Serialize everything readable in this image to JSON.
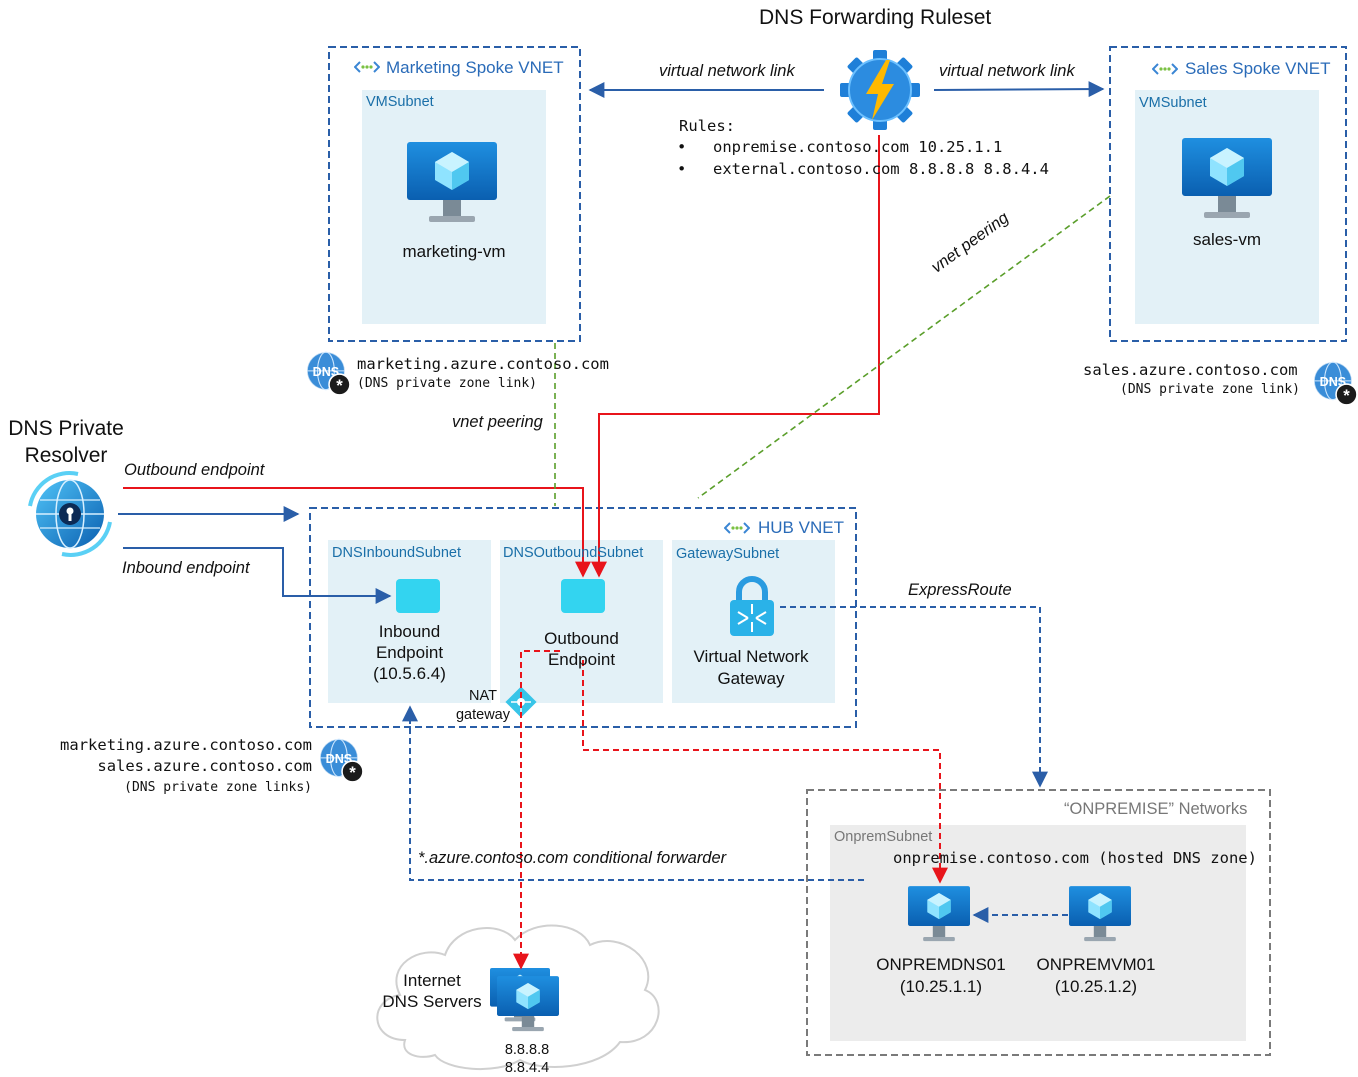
{
  "title": "DNS Forwarding Ruleset",
  "ruleset": {
    "rules_heading": "Rules:",
    "rules": [
      "onpremise.contoso.com 10.25.1.1",
      "external.contoso.com 8.8.8.8 8.8.4.4"
    ],
    "link_left": "virtual network link",
    "link_right": "virtual network link"
  },
  "marketing_vnet": {
    "title": "Marketing Spoke VNET",
    "subnet": "VMSubnet",
    "vm_name": "marketing-vm",
    "zone": "marketing.azure.contoso.com",
    "zone_note": "(DNS private zone link)"
  },
  "sales_vnet": {
    "title": "Sales Spoke VNET",
    "subnet": "VMSubnet",
    "vm_name": "sales-vm",
    "zone": "sales.azure.contoso.com",
    "zone_note": "(DNS private zone link)"
  },
  "resolver": {
    "title_line1": "DNS Private",
    "title_line2": "Resolver",
    "outbound_label": "Outbound endpoint",
    "inbound_label": "Inbound endpoint"
  },
  "peering": {
    "left_label": "vnet peering",
    "right_label": "vnet peering"
  },
  "hub_vnet": {
    "title": "HUB VNET",
    "inbound_subnet": "DNSInboundSubnet",
    "outbound_subnet": "DNSOutboundSubnet",
    "gateway_subnet": "GatewaySubnet",
    "inbound_endpoint_line1": "Inbound",
    "inbound_endpoint_line2": "Endpoint",
    "inbound_endpoint_ip": "(10.5.6.4)",
    "outbound_endpoint_line1": "Outbound",
    "outbound_endpoint_line2": "Endpoint",
    "gateway_line1": "Virtual Network",
    "gateway_line2": "Gateway",
    "nat_line1": "NAT",
    "nat_line2": "gateway"
  },
  "hub_zones": {
    "zone1": "marketing.azure.contoso.com",
    "zone2": "sales.azure.contoso.com",
    "note": "(DNS private zone links)"
  },
  "expressroute_label": "ExpressRoute",
  "conditional_forwarder": "*.azure.contoso.com conditional forwarder",
  "onprem": {
    "title": "“ONPREMISE” Networks",
    "subnet": "OnpremSubnet",
    "zone": "onpremise.contoso.com (hosted DNS zone)",
    "dns_vm_name": "ONPREMDNS01",
    "dns_vm_ip": "(10.25.1.1)",
    "vm_name": "ONPREMVM01",
    "vm_ip": "(10.25.1.2)"
  },
  "internet": {
    "label_line1": "Internet",
    "label_line2": "DNS Servers",
    "ip1": "8.8.8.8",
    "ip2": "8.8.4.4"
  },
  "dns_badge_text": "DNS",
  "colors": {
    "blue_line": "#2a5ea8",
    "red_line": "#e8141b",
    "green_dashed": "#5a9e2a",
    "subnet_fill": "#e3f1f7",
    "onprem_fill": "#ececec",
    "endpoint_cyan": "#33d4f0"
  }
}
